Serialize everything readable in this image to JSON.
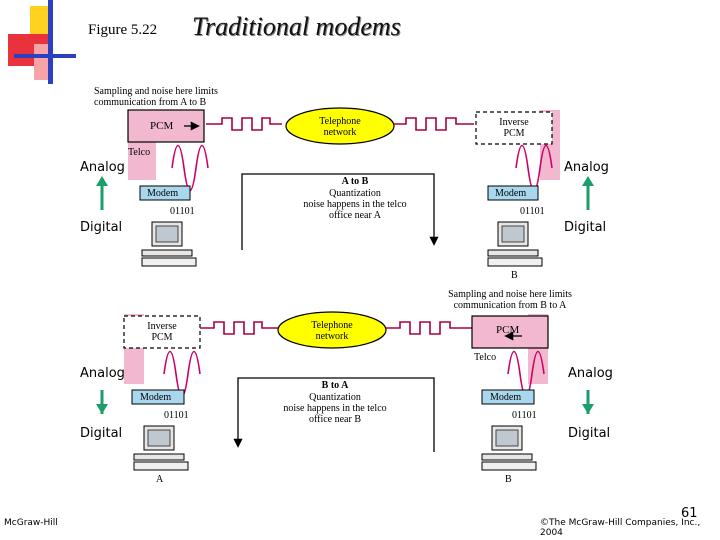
{
  "title": {
    "figure": "Figure 5.22",
    "main": "Traditional modems"
  },
  "top_section": {
    "sampling_note": [
      "Sampling and noise here limits",
      "communication from A to B"
    ],
    "left_box": "PCM",
    "center_network": [
      "Telephone",
      "network"
    ],
    "right_box": [
      "Inverse",
      "PCM"
    ],
    "telco": "Telco",
    "modem_left": "Modem",
    "modem_right": "Modem",
    "bits_left": "01101",
    "bits_right": "01101",
    "direction_title": "A to B",
    "quantization_note": [
      "Quantization",
      "noise happens in the telco",
      "office near A"
    ],
    "label_analog_left": "Analog",
    "label_digital_left": "Digital",
    "label_analog_right": "Analog",
    "label_digital_right": "Digital",
    "computer_right_label": "B"
  },
  "bottom_section": {
    "sampling_note": [
      "Sampling and noise here limits",
      "communication from B to A"
    ],
    "left_box": [
      "Inverse",
      "PCM"
    ],
    "center_network": [
      "Telephone",
      "network"
    ],
    "right_box": "PCM",
    "telco": "Telco",
    "modem_left": "Modem",
    "modem_right": "Modem",
    "bits_left": "01101",
    "bits_right": "01101",
    "direction_title": "B to A",
    "quantization_note": [
      "Quantization",
      "noise happens in the telco",
      "office near B"
    ],
    "label_analog_left": "Analog",
    "label_digital_left": "Digital",
    "label_analog_right": "Analog",
    "label_digital_right": "Digital",
    "computer_left_label": "A",
    "computer_right_label": "B"
  },
  "footer": {
    "publisher_left": "McGraw-Hill",
    "copyright": "©The McGraw-Hill Companies, Inc., 2004",
    "page_number": "61"
  },
  "colors": {
    "pcm_fill": "#f2b8cf",
    "network_fill": "#ffff00",
    "modem_fill": "#a9d8ee",
    "arrow_green": "#1a9e6a",
    "signal_wave": "#cc0066",
    "digital_pulse": "#aa0044",
    "deco_yellow": "#ffd21f",
    "deco_red": "#e8323c",
    "deco_blue": "#2c3fc0"
  }
}
